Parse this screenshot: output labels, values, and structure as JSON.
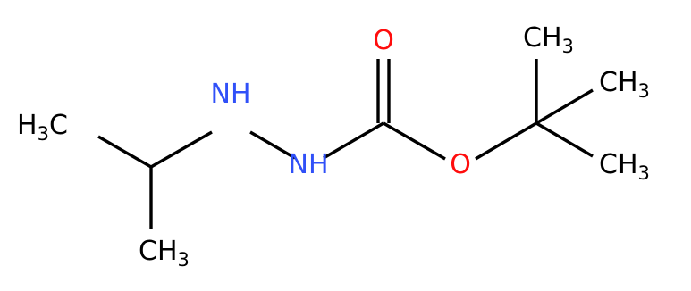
{
  "colors": {
    "bond": "#000000",
    "carbon": "#000000",
    "nitrogen": "#3050f8",
    "oxygen": "#ff0d0d",
    "background": "#ffffff"
  },
  "atoms": {
    "ch3_isopropyl_left": {
      "main": "H",
      "sub": "3",
      "tail": "C"
    },
    "ch3_isopropyl_bottom": {
      "main": "CH",
      "sub": "3"
    },
    "nh_isopropyl": {
      "label": "NH"
    },
    "nh_carbamate": {
      "label": "NH"
    },
    "carbonyl_oxygen": {
      "label": "O"
    },
    "ester_oxygen": {
      "label": "O"
    },
    "ch3_tbutyl_top": {
      "main": "CH",
      "sub": "3"
    },
    "ch3_tbutyl_mid": {
      "main": "CH",
      "sub": "3"
    },
    "ch3_tbutyl_bottom": {
      "main": "CH",
      "sub": "3"
    }
  }
}
